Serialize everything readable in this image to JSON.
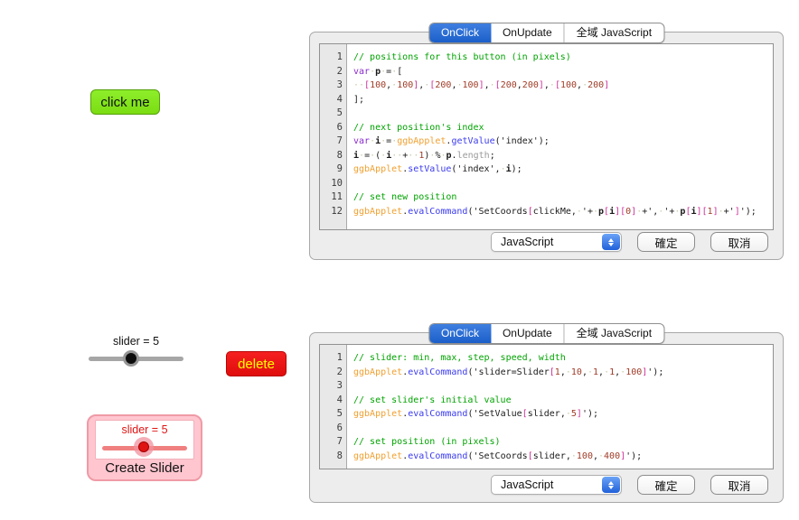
{
  "colors": {
    "comment": "#00a300",
    "keyword": "#8a2bce",
    "api_object": "#f0a030",
    "method": "#3b3bef",
    "number": "#a03c28",
    "bracket": "#cc3399",
    "muted": "#9a9a9a",
    "identifier": "#1a1a1a",
    "plain": "#1a1a1a",
    "whitespace_dot": "#c8c8a8",
    "tab_selected_bg": "#1b5fc9",
    "click_me_green": "#7bdd12",
    "delete_red": "#e00d0d",
    "delete_text_yellow": "#ffff00",
    "slider_pink": "#f08080",
    "panel_pink": "#ffc6cf"
  },
  "canvas": {
    "click_me_button": {
      "label": "click me"
    },
    "slider": {
      "label": "slider = 5",
      "value": 5,
      "min": 1,
      "max": 10
    },
    "delete_button": {
      "label": "delete"
    },
    "create_slider": {
      "title": "slider = 5",
      "caption": "Create Slider",
      "value": 5
    }
  },
  "dialogs": [
    {
      "id": "button-script-dialog",
      "tabs": [
        {
          "label": "OnClick",
          "selected": true,
          "slug": "onclick"
        },
        {
          "label": "OnUpdate",
          "selected": false,
          "slug": "onupdate"
        },
        {
          "label": "全域 JavaScript",
          "selected": false,
          "slug": "global-javascript"
        }
      ],
      "lines": [
        [
          [
            "com",
            "// positions for this button (in pixels)"
          ]
        ],
        [
          [
            "kw",
            "var"
          ],
          [
            "pl",
            " "
          ],
          [
            "id",
            "p"
          ],
          [
            "pl",
            " = ["
          ]
        ],
        [
          [
            "pl",
            "  "
          ],
          [
            "br",
            "["
          ],
          [
            "num",
            "100"
          ],
          [
            "pl",
            ", "
          ],
          [
            "num",
            "100"
          ],
          [
            "br",
            "]"
          ],
          [
            "pl",
            ", "
          ],
          [
            "br",
            "["
          ],
          [
            "num",
            "200"
          ],
          [
            "pl",
            ", "
          ],
          [
            "num",
            "100"
          ],
          [
            "br",
            "]"
          ],
          [
            "pl",
            ", "
          ],
          [
            "br",
            "["
          ],
          [
            "num",
            "200"
          ],
          [
            "pl",
            ","
          ],
          [
            "num",
            "200"
          ],
          [
            "br",
            "]"
          ],
          [
            "pl",
            ", "
          ],
          [
            "br",
            "["
          ],
          [
            "num",
            "100"
          ],
          [
            "pl",
            ", "
          ],
          [
            "num",
            "200"
          ],
          [
            "br",
            "]"
          ]
        ],
        [
          [
            "pl",
            "];"
          ]
        ],
        [],
        [
          [
            "com",
            "// next position's index"
          ]
        ],
        [
          [
            "kw",
            "var"
          ],
          [
            "pl",
            " "
          ],
          [
            "id",
            "i"
          ],
          [
            "pl",
            " = "
          ],
          [
            "api",
            "ggbApplet"
          ],
          [
            "pl",
            "."
          ],
          [
            "fn",
            "getValue"
          ],
          [
            "pl",
            "('index');"
          ]
        ],
        [
          [
            "id",
            "i"
          ],
          [
            "pl",
            " = ( "
          ],
          [
            "id",
            "i"
          ],
          [
            "pl",
            "  +  "
          ],
          [
            "num",
            "1"
          ],
          [
            "pl",
            ") % "
          ],
          [
            "id",
            "p"
          ],
          [
            "pl",
            "."
          ],
          [
            "gy",
            "length"
          ],
          [
            "pl",
            ";"
          ]
        ],
        [
          [
            "api",
            "ggbApplet"
          ],
          [
            "pl",
            "."
          ],
          [
            "fn",
            "setValue"
          ],
          [
            "pl",
            "('index', "
          ],
          [
            "id",
            "i"
          ],
          [
            "pl",
            ");"
          ]
        ],
        [],
        [
          [
            "com",
            "// set new position"
          ]
        ],
        [
          [
            "api",
            "ggbApplet"
          ],
          [
            "pl",
            "."
          ],
          [
            "fn",
            "evalCommand"
          ],
          [
            "pl",
            "('SetCoords"
          ],
          [
            "br",
            "["
          ],
          [
            "pl",
            "clickMe, '+ "
          ],
          [
            "id",
            "p"
          ],
          [
            "br",
            "["
          ],
          [
            "id",
            "i"
          ],
          [
            "br",
            "]["
          ],
          [
            "num",
            "0"
          ],
          [
            "br",
            "]"
          ],
          [
            "pl",
            " +', '+ "
          ],
          [
            "id",
            "p"
          ],
          [
            "br",
            "["
          ],
          [
            "id",
            "i"
          ],
          [
            "br",
            "]["
          ],
          [
            "num",
            "1"
          ],
          [
            "br",
            "]"
          ],
          [
            "pl",
            " +'"
          ],
          [
            "br",
            "]"
          ],
          [
            "pl",
            "');"
          ]
        ]
      ],
      "language_select": {
        "value": "JavaScript"
      },
      "ok_label": "確定",
      "cancel_label": "取消"
    },
    {
      "id": "slider-script-dialog",
      "tabs": [
        {
          "label": "OnClick",
          "selected": true,
          "slug": "onclick"
        },
        {
          "label": "OnUpdate",
          "selected": false,
          "slug": "onupdate"
        },
        {
          "label": "全域 JavaScript",
          "selected": false,
          "slug": "global-javascript"
        }
      ],
      "lines": [
        [
          [
            "com",
            "// slider: min, max, step, speed, width"
          ]
        ],
        [
          [
            "api",
            "ggbApplet"
          ],
          [
            "pl",
            "."
          ],
          [
            "fn",
            "evalCommand"
          ],
          [
            "pl",
            "('slider=Slider"
          ],
          [
            "br",
            "["
          ],
          [
            "num",
            "1"
          ],
          [
            "pl",
            ", "
          ],
          [
            "num",
            "10"
          ],
          [
            "pl",
            ", "
          ],
          [
            "num",
            "1"
          ],
          [
            "pl",
            ", "
          ],
          [
            "num",
            "1"
          ],
          [
            "pl",
            ", "
          ],
          [
            "num",
            "100"
          ],
          [
            "br",
            "]"
          ],
          [
            "pl",
            "');"
          ]
        ],
        [],
        [
          [
            "com",
            "// set slider's initial value"
          ]
        ],
        [
          [
            "api",
            "ggbApplet"
          ],
          [
            "pl",
            "."
          ],
          [
            "fn",
            "evalCommand"
          ],
          [
            "pl",
            "('SetValue"
          ],
          [
            "br",
            "["
          ],
          [
            "pl",
            "slider, "
          ],
          [
            "num",
            "5"
          ],
          [
            "br",
            "]"
          ],
          [
            "pl",
            "');"
          ]
        ],
        [],
        [
          [
            "com",
            "// set position (in pixels)"
          ]
        ],
        [
          [
            "api",
            "ggbApplet"
          ],
          [
            "pl",
            "."
          ],
          [
            "fn",
            "evalCommand"
          ],
          [
            "pl",
            "('SetCoords"
          ],
          [
            "br",
            "["
          ],
          [
            "pl",
            "slider, "
          ],
          [
            "num",
            "100"
          ],
          [
            "pl",
            ", "
          ],
          [
            "num",
            "400"
          ],
          [
            "br",
            "]"
          ],
          [
            "pl",
            "');"
          ]
        ]
      ],
      "language_select": {
        "value": "JavaScript"
      },
      "ok_label": "確定",
      "cancel_label": "取消"
    }
  ]
}
